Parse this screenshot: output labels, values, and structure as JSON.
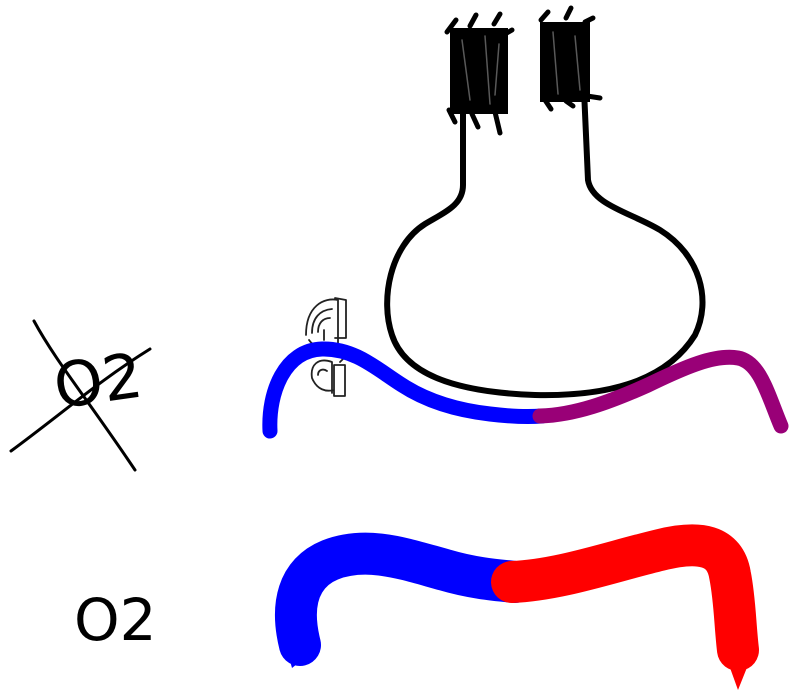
{
  "labels": {
    "no_oxygen": "O2",
    "oxygen": "O2"
  },
  "colors": {
    "background": "#ffffff",
    "ink": "#000000",
    "deoxygenated": "#0000ff",
    "partially_oxygenated": "#990077",
    "oxygenated": "#ff0000",
    "outline_gray": "#222222"
  },
  "icons": {
    "cell": "flask-shaped-cell",
    "receptor": "receptor-icon"
  }
}
